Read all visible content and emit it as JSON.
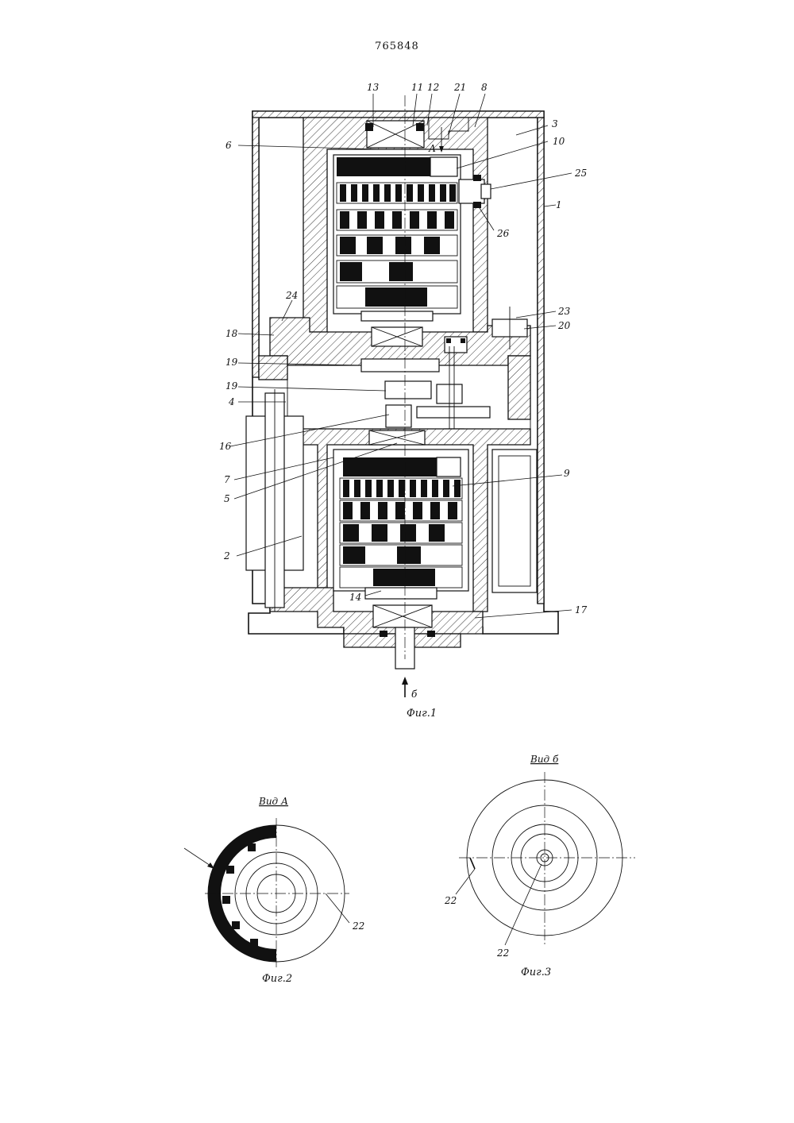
{
  "patent_number": "765848",
  "figures": {
    "fig1": {
      "caption": "Фиг.1",
      "view_arrow_label": "б",
      "section_label": "А",
      "labels": {
        "l13": "13",
        "l11": "11",
        "l12": "12",
        "l21": "21",
        "l8": "8",
        "l3": "3",
        "l6": "6",
        "l10": "10",
        "l25": "25",
        "l1": "1",
        "l26": "26",
        "l24": "24",
        "l23": "23",
        "l18": "18",
        "l20": "20",
        "l19a": "19",
        "l19b": "19",
        "l4": "4",
        "l16": "16",
        "l7": "7",
        "l5": "5",
        "l9": "9",
        "l2": "2",
        "l14": "14",
        "l17": "17"
      }
    },
    "fig2": {
      "caption": "Фиг.2",
      "view_title": "Вид А",
      "labels": {
        "l22": "22"
      }
    },
    "fig3": {
      "caption": "Фиг.3",
      "view_title": "Вид б",
      "labels": {
        "l22a": "22",
        "l22b": "22"
      }
    }
  }
}
